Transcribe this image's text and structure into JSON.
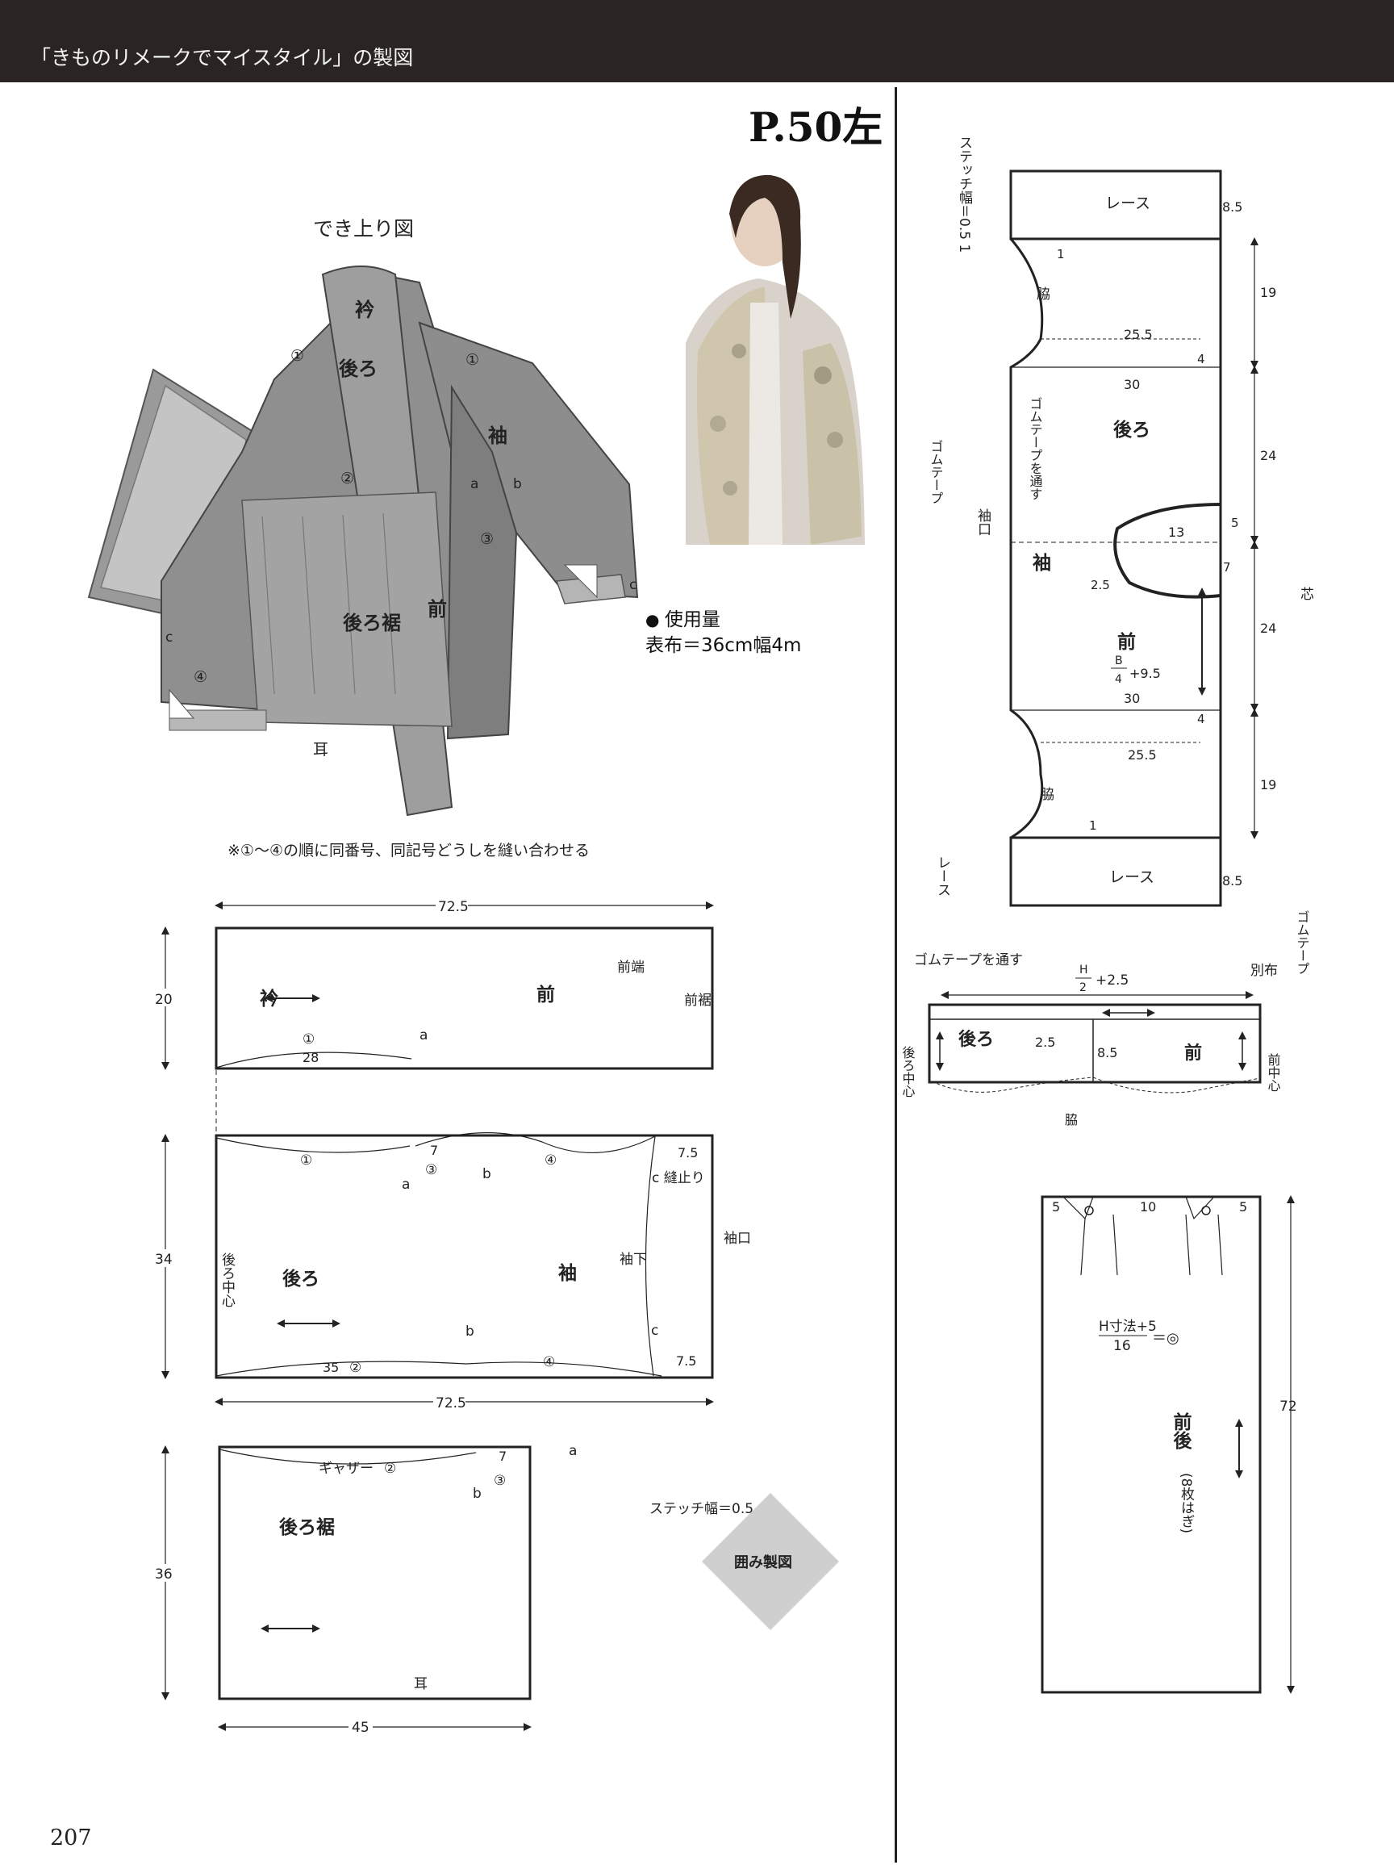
{
  "header": {
    "title": "「きものリメークでマイスタイル」の製図"
  },
  "page_ref": "P.50左",
  "page_number": "207",
  "finished_view": {
    "title": "でき上り図",
    "labels": {
      "collar": "衿",
      "back": "後ろ",
      "sleeve": "袖",
      "front": "前",
      "back_hem": "後ろ裾",
      "selvage": "耳",
      "a": "a",
      "b": "b",
      "c": "c",
      "n1": "①",
      "n2": "②",
      "n3": "③",
      "n4": "④"
    },
    "note": "※①〜④の順に同番号、同記号どうしを縫い合わせる"
  },
  "usage": {
    "heading": "使用量",
    "fabric": "表布＝36cm幅4m"
  },
  "pattern_collar": {
    "width": "72.5",
    "height": "20",
    "collar": "衿",
    "front": "前",
    "front_edge": "前端",
    "front_hem": "前裾",
    "n1": "①",
    "len": "28",
    "a": "a"
  },
  "pattern_sleeve": {
    "height": "34",
    "width": "72.5",
    "back_center": "後ろ中心",
    "back": "後ろ",
    "sleeve": "袖",
    "underarm": "袖下",
    "cuff": "袖口",
    "sleeve_stop": "c 縫止り",
    "top_7": "7",
    "top_75": "7.5",
    "bottom_75": "7.5",
    "bottom_35": "35",
    "n1": "①",
    "n2": "②",
    "n3": "③",
    "n4": "④",
    "n4b": "④",
    "a": "a",
    "b": "b",
    "b2": "b",
    "c": "c"
  },
  "pattern_hem": {
    "height": "36",
    "width": "45",
    "back_hem": "後ろ裾",
    "gather": "ギャザー",
    "n2": "②",
    "n3": "③",
    "seven": "7",
    "a": "a",
    "b": "b",
    "selvage": "耳",
    "stitch": "ステッチ幅＝0.5"
  },
  "enclosed_badge": "囲み製図",
  "pattern_right_top": {
    "stitch": "ステッチ幅＝0.5 1",
    "lace_top": "レース",
    "lace_bottom": "レース",
    "lace_side": "レース",
    "m85a": "8.5",
    "m85b": "8.5",
    "one_a": "1",
    "one_b": "1",
    "side_a": "脇",
    "side_b": "脇",
    "m255a": "25.5",
    "m255b": "25.5",
    "m4a": "4",
    "m4b": "4",
    "m30a": "30",
    "m30b": "30",
    "m19a": "19",
    "m19b": "19",
    "m24a": "24",
    "m24b": "24",
    "m5": "5",
    "m13": "13",
    "m7": "7",
    "m25": "2.5",
    "back": "後ろ",
    "elastic_through": "ゴムテープを通す",
    "sleeve": "袖",
    "cuff": "袖口",
    "elastic": "ゴムテープ",
    "front": "前",
    "formula_B": "B",
    "formula_4": "4",
    "formula_rest": "+9.5",
    "interfacing": "芯"
  },
  "pattern_band": {
    "elastic_through": "ゴムテープを通す",
    "H": "H",
    "two": "2",
    "plus": "+2.5",
    "separate_fabric": "別布",
    "elastic": "ゴムテープ",
    "back": "後ろ",
    "front": "前",
    "m25": "2.5",
    "m85": "8.5",
    "back_center": "後ろ中心",
    "front_center": "前中心",
    "side": "脇"
  },
  "pattern_skirt": {
    "m5a": "5",
    "m10": "10",
    "m5b": "5",
    "m72": "72",
    "formula_top": "H寸法+5",
    "formula_bottom": "16",
    "formula_eq": "＝◎",
    "label": "前後",
    "pieces": "(8枚はぎ)"
  }
}
